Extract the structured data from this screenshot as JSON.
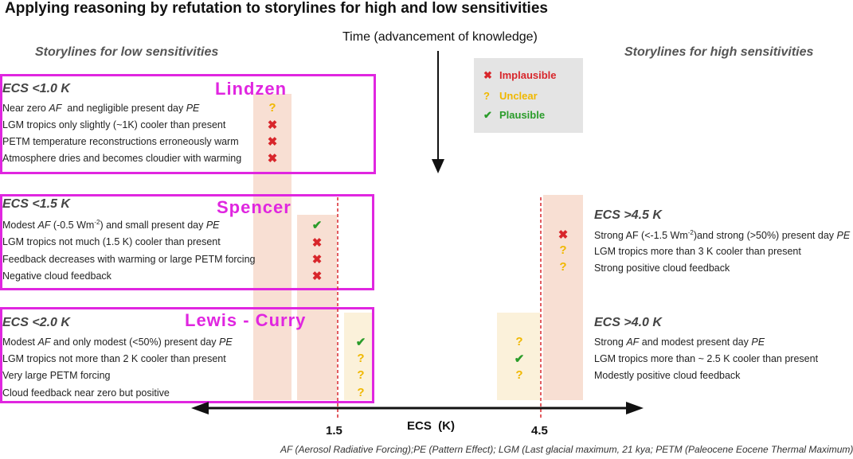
{
  "title": "Applying reasoning by refutation to storylines for high and low sensitivities",
  "time_label": "Time (advancement of knowledge)",
  "left_header": "Storylines for low sensitivities",
  "right_header": "Storylines for high sensitivities",
  "legend": {
    "implausible": "Implausible",
    "unclear": "Unclear",
    "plausible": "Plausible",
    "colors": {
      "implausible": "#d8262b",
      "unclear": "#f0b800",
      "plausible": "#2a9c2a"
    }
  },
  "low": [
    {
      "name": "Lindzen",
      "header": "ECS <1.0 K",
      "rows": [
        {
          "text": "Near zero AF  and negligible present day PE",
          "mark": "?"
        },
        {
          "text": "LGM tropics only slightly (~1K) cooler than present",
          "mark": "x"
        },
        {
          "text": "PETM  temperature reconstructions erroneously warm",
          "mark": "x"
        },
        {
          "text": "Atmosphere dries and becomes cloudier with warming",
          "mark": "x"
        }
      ]
    },
    {
      "name": "Spencer",
      "header": "ECS <1.5 K",
      "rows": [
        {
          "text": "Modest AF (-0.5 Wm-2) and small present day PE",
          "mark": "check"
        },
        {
          "text": "LGM tropics not much (1.5 K) cooler than present",
          "mark": "x"
        },
        {
          "text": "Feedback decreases with warming or large PETM forcing",
          "mark": "x"
        },
        {
          "text": "Negative cloud feedback",
          "mark": "x"
        }
      ]
    },
    {
      "name": "Lewis - Curry",
      "header": "ECS <2.0 K",
      "rows": [
        {
          "text": "Modest AF and only modest (<50%) present day PE",
          "mark": "check"
        },
        {
          "text": "LGM tropics not more than 2 K cooler than present",
          "mark": "?"
        },
        {
          "text": "Very large PETM forcing",
          "mark": "?"
        },
        {
          "text": "Cloud feedback near zero but positive",
          "mark": "?"
        }
      ]
    }
  ],
  "high": [
    {
      "header": "ECS >4.5 K",
      "rows": [
        {
          "text": "Strong AF (<-1.5 Wm-2)and strong (>50%) present day PE",
          "mark": "x"
        },
        {
          "text": "LGM tropics more than 3 K cooler than present",
          "mark": "?"
        },
        {
          "text": "Strong positive cloud feedback",
          "mark": "?"
        }
      ]
    },
    {
      "header": "ECS >4.0 K",
      "rows": [
        {
          "text": "Strong AF and modest present day PE",
          "mark": "?"
        },
        {
          "text": "LGM tropics more than ~ 2.5 K cooler than present",
          "mark": "check"
        },
        {
          "text": "Modestly positive cloud feedback",
          "mark": "?"
        }
      ]
    }
  ],
  "axis": {
    "label": "ECS  (K)",
    "tick1": "1.5",
    "tick2": "4.5"
  },
  "footnote": "AF (Aerosol Radiative Forcing);PE (Pattern Effect); LGM (Last glacial maximum, 21 kya; PETM (Paleocene Eocene Thermal Maximum)"
}
